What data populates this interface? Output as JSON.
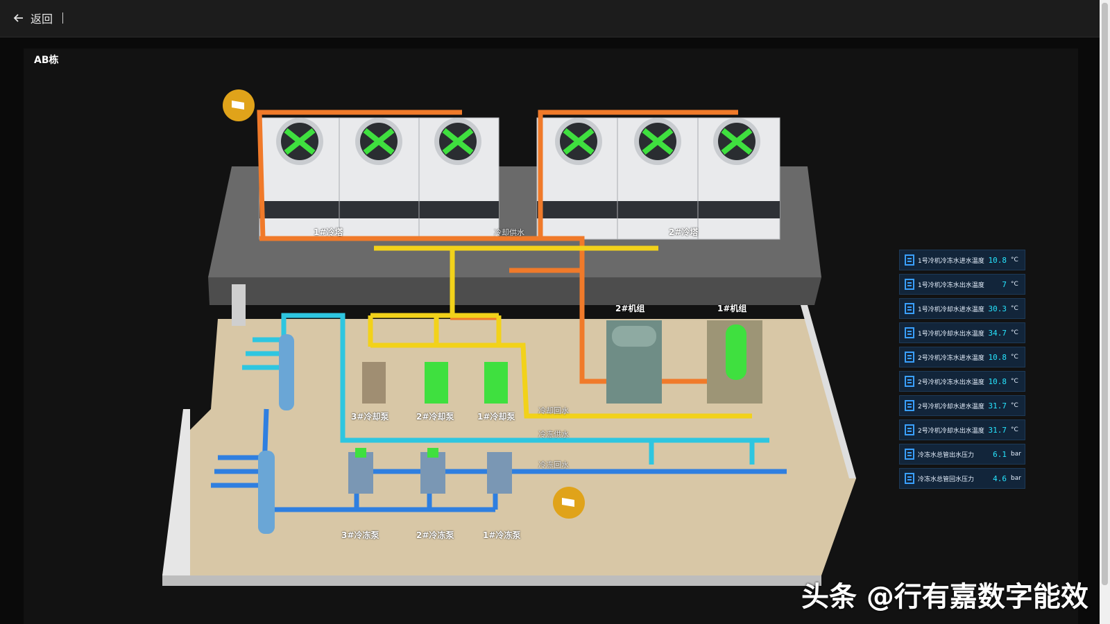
{
  "nav": {
    "back_label": "返回"
  },
  "building_title": "AB栋",
  "labels": {
    "tower1": "1#冷塔",
    "tower2": "2#冷塔",
    "cooling_supply": "冷却供水",
    "chiller2": "2#机组",
    "chiller1": "1#机组",
    "cooling_pump3": "3#冷却泵",
    "cooling_pump2": "2#冷却泵",
    "cooling_pump1": "1#冷却泵",
    "cooling_return": "冷却回水",
    "chilled_supply": "冷冻供水",
    "chilled_return": "冷冻回水",
    "chilled_pump3": "3#冷冻泵",
    "chilled_pump2": "2#冷冻泵",
    "chilled_pump1": "1#冷冻泵"
  },
  "readings": [
    {
      "name": "1号冷机冷冻水进水温度",
      "value": "10.8",
      "unit": "°C"
    },
    {
      "name": "1号冷机冷冻水出水温度",
      "value": "7",
      "unit": "°C"
    },
    {
      "name": "1号冷机冷却水进水温度",
      "value": "30.3",
      "unit": "°C"
    },
    {
      "name": "1号冷机冷却水出水温度",
      "value": "34.7",
      "unit": "°C"
    },
    {
      "name": "2号冷机冷冻水进水温度",
      "value": "10.8",
      "unit": "°C"
    },
    {
      "name": "2号冷机冷冻水出水温度",
      "value": "10.8",
      "unit": "°C"
    },
    {
      "name": "2号冷机冷却水进水温度",
      "value": "31.7",
      "unit": "°C"
    },
    {
      "name": "2号冷机冷却水出水温度",
      "value": "31.7",
      "unit": "°C"
    },
    {
      "name": "冷冻水总管出水压力",
      "value": "6.1",
      "unit": "bar"
    },
    {
      "name": "冷冻水总管回水压力",
      "value": "4.6",
      "unit": "bar"
    }
  ],
  "watermark": "头条 @行有嘉数字能效",
  "colors": {
    "cooling_supply_pipe": "#f07a2a",
    "cooling_return_pipe": "#f2d21a",
    "chilled_supply_pipe": "#2ec6e0",
    "chilled_return_pipe": "#2f7fe0",
    "value_text": "#27e6ff",
    "fan_blade": "#3fe03f",
    "camera": "#e0a31a"
  },
  "icons": [
    "back-arrow-icon",
    "camera-icon",
    "meter-icon",
    "fan-icon"
  ]
}
